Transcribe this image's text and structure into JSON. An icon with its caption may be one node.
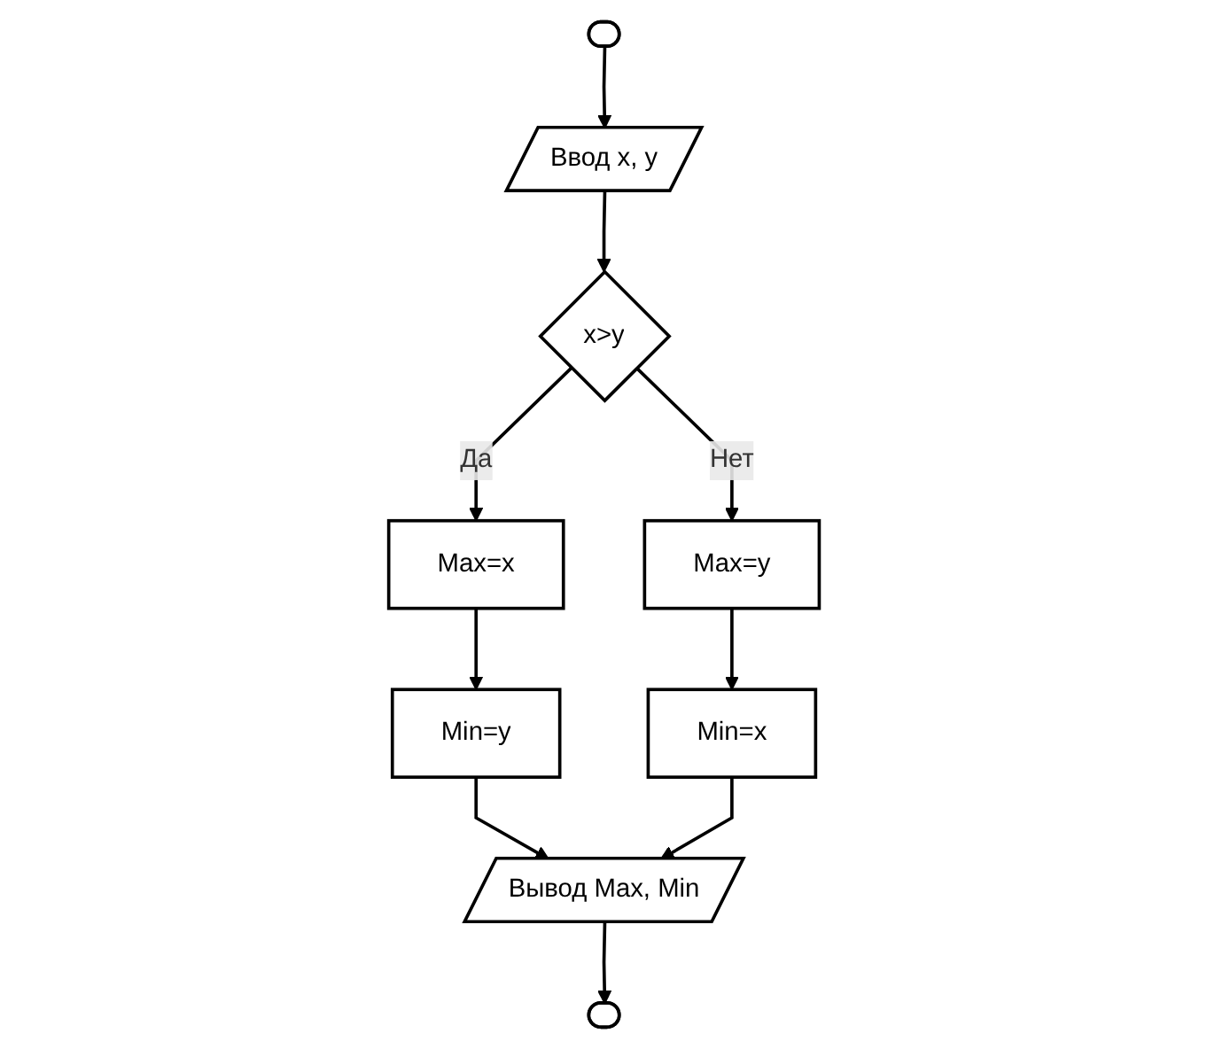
{
  "diagram": {
    "nodes": [
      {
        "text": [],
        "shape": "stadium"
      },
      {
        "text": [
          "Ввод x, y"
        ]
      },
      {
        "text": [
          "x>y"
        ]
      },
      {
        "text": [
          "Max=x"
        ]
      },
      {
        "text": [
          "Min=y"
        ]
      },
      {
        "text": [
          "Max=y"
        ]
      },
      {
        "text": [
          "Min=x"
        ]
      },
      {
        "text": [
          "Вывод Max, Min"
        ]
      },
      {
        "text": [],
        "shape": "stadium"
      }
    ],
    "edges": [
      {
        "from": 0,
        "to": 1,
        "arrow": "to"
      },
      {
        "from": 1,
        "to": 2,
        "arrow": "to"
      },
      {
        "from": 2,
        "to": 3,
        "label": "Да",
        "arrow": "to"
      },
      {
        "from": 3,
        "to": 4,
        "arrow": "to"
      },
      {
        "from": 2,
        "to": 5,
        "label": "Нет",
        "arrow": "to"
      },
      {
        "from": 5,
        "to": 6,
        "arrow": "to"
      },
      {
        "from": 4,
        "to": 7,
        "arrow": "to"
      },
      {
        "from": 6,
        "to": 7,
        "arrow": "to"
      },
      {
        "from": 7,
        "to": 8,
        "arrow": "to"
      }
    ]
  }
}
